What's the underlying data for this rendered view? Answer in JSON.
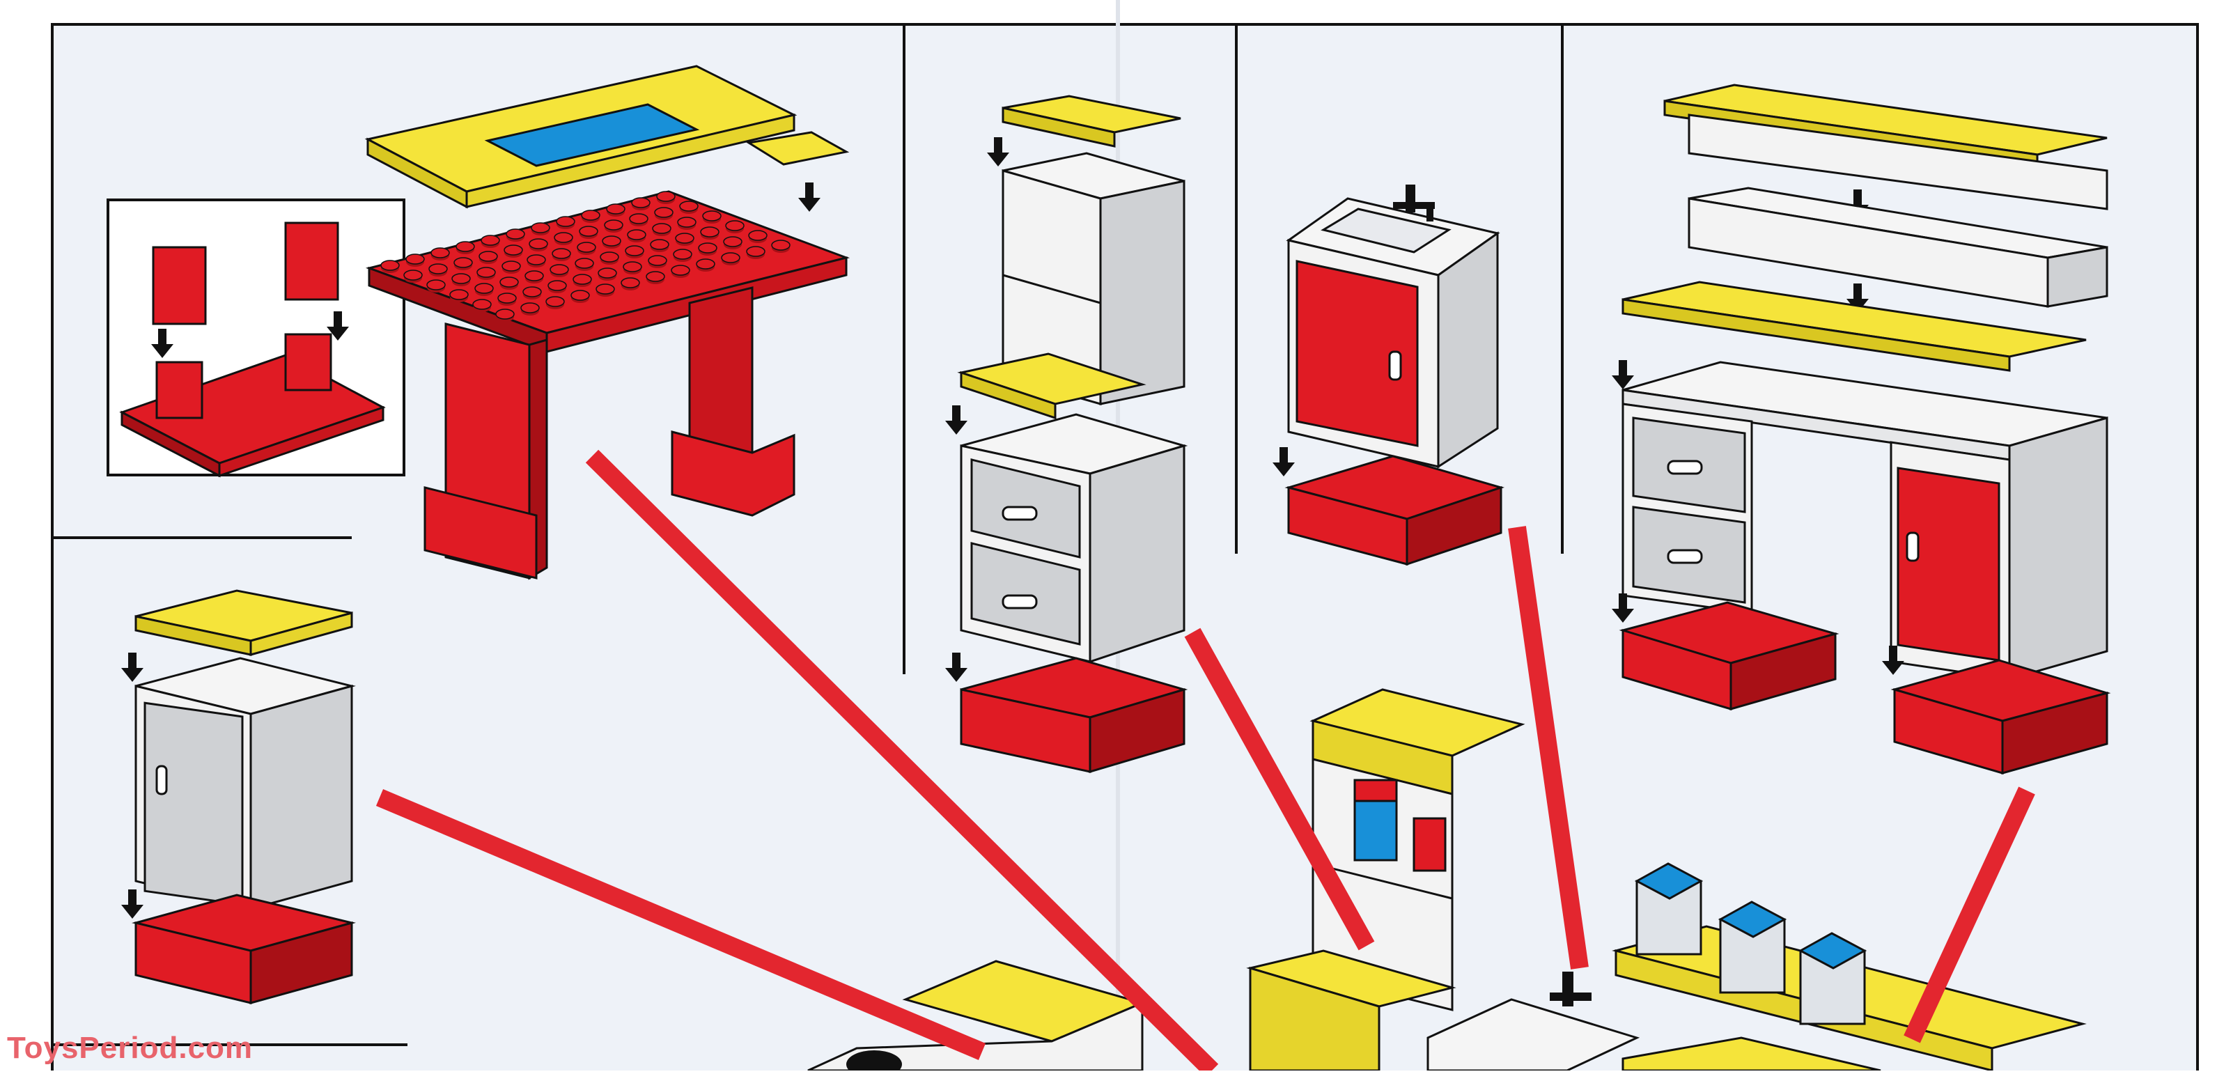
{
  "watermark": {
    "text": "ToysPeriod.com",
    "color": "#e8636b"
  },
  "palette": {
    "page_bg": "#ffffff",
    "panel_bg": "#eef2f8",
    "line": "#111111",
    "red": "#e01b24",
    "red_dark": "#a81016",
    "yellow": "#f5e43a",
    "blue": "#1890d8",
    "white_block": "#f3f3f3",
    "grey_block": "#cfd1d4",
    "pointer": "#e3262f"
  },
  "illustration": {
    "kind": "building-instructions",
    "steps": [
      {
        "name": "table"
      },
      {
        "name": "small-cupboard"
      },
      {
        "name": "shelf-and-drawer-unit"
      },
      {
        "name": "sink-unit"
      },
      {
        "name": "counter-with-wall-shelf"
      }
    ],
    "icons": [
      "arrow-down-icon",
      "tap-icon",
      "stud-icon"
    ]
  }
}
